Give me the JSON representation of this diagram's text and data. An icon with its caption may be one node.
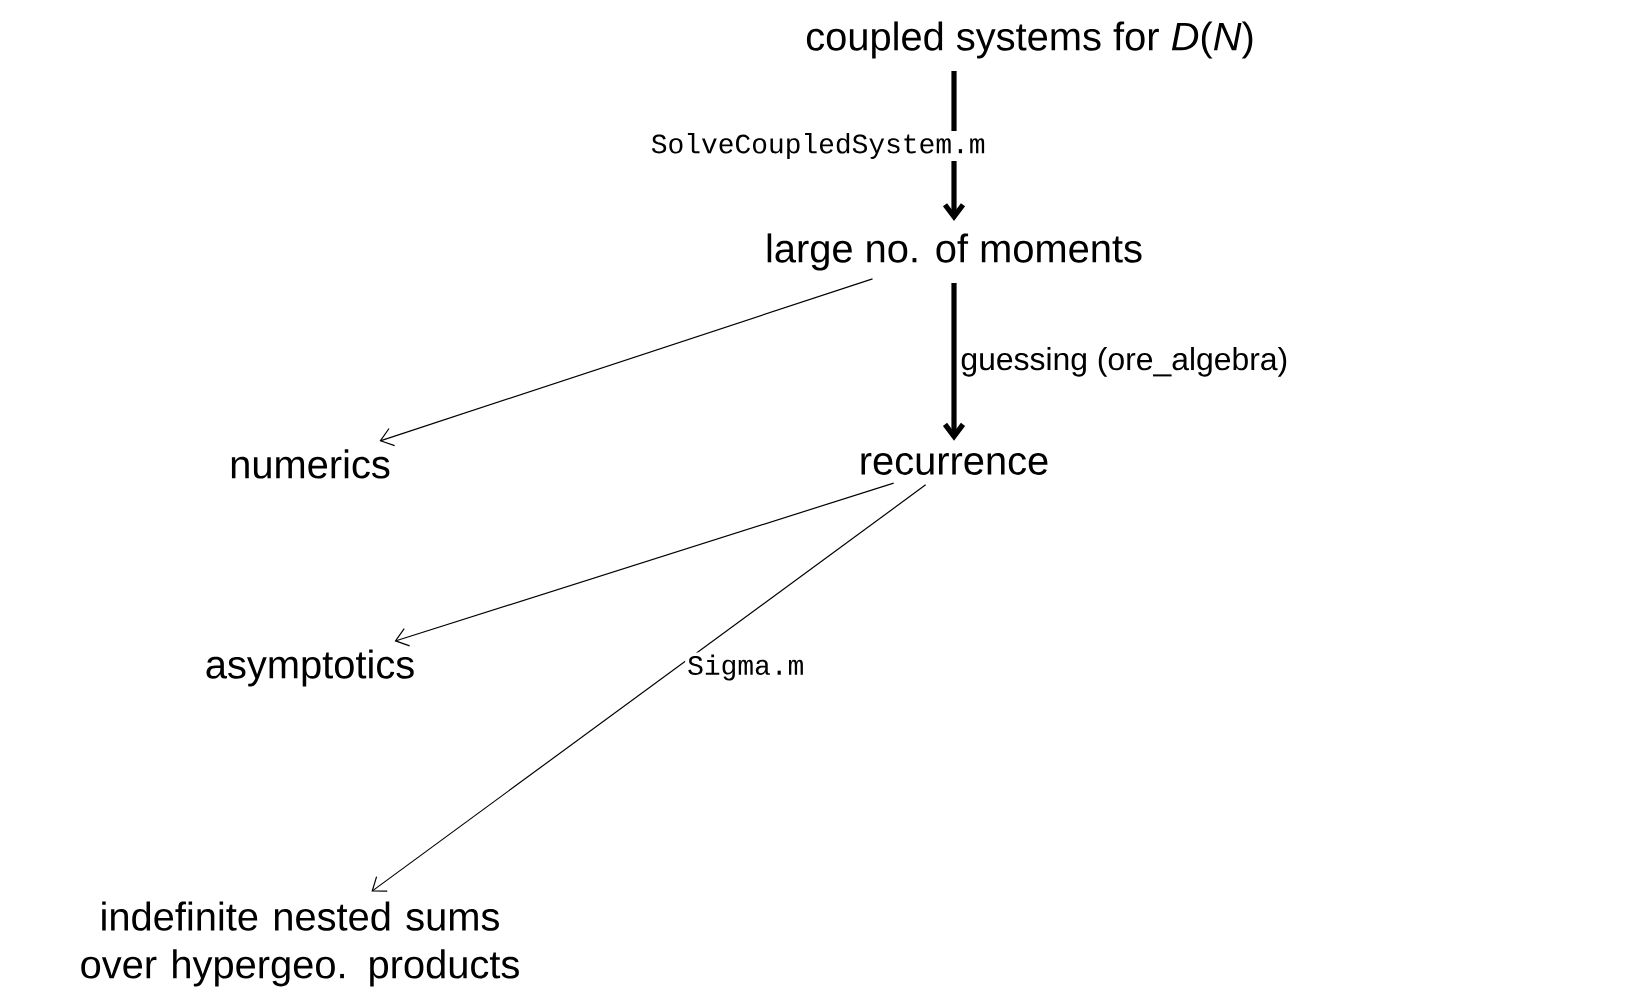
{
  "diagram": {
    "nodes": [
      {
        "text": [
          "coupled systems for *D*(*N*)"
        ]
      },
      {
        "text": [
          "large no. of moments"
        ]
      },
      {
        "text": [
          "numerics"
        ]
      },
      {
        "text": [
          "recurrence"
        ]
      },
      {
        "text": [
          "asymptotics"
        ]
      },
      {
        "text": [
          "indefinite nested sums over hypergeo. products"
        ]
      }
    ],
    "edges": [
      {
        "from": 0,
        "to": 1,
        "arrow": "to",
        "style": "thick",
        "label": "SolveCoupledSystem.m"
      },
      {
        "from": 1,
        "to": 2,
        "arrow": "to"
      },
      {
        "from": 1,
        "to": 3,
        "arrow": "to",
        "style": "thick",
        "label": "guessing (ore_algebra)"
      },
      {
        "from": 3,
        "to": 4,
        "arrow": "to"
      },
      {
        "from": 3,
        "to": 5,
        "arrow": "to",
        "label": "Sigma.m"
      }
    ]
  }
}
